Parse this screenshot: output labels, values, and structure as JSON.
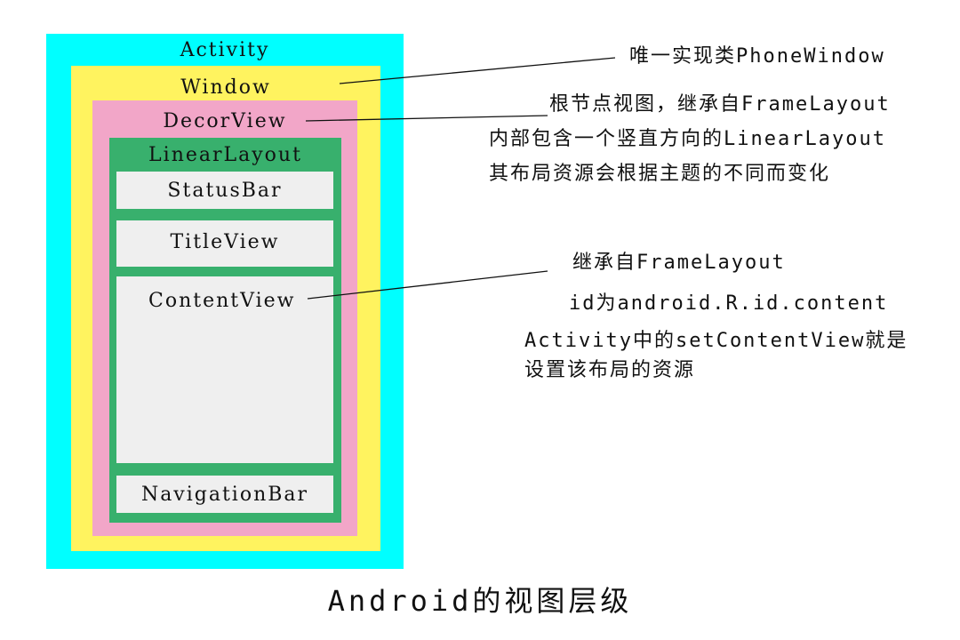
{
  "layers": {
    "activity": "Activity",
    "window": "Window",
    "decor_view": "DecorView",
    "linear_layout": "LinearLayout",
    "status_bar": "StatusBar",
    "title_view": "TitleView",
    "content_view": "ContentView",
    "navigation_bar": "NavigationBar"
  },
  "annotations": {
    "window": [
      "唯一实现类PhoneWindow"
    ],
    "decor_view": [
      "根节点视图，继承自FrameLayout",
      "内部包含一个竖直方向的LinearLayout",
      "其布局资源会根据主题的不同而变化"
    ],
    "content_view": [
      "继承自FrameLayout",
      "id为android.R.id.content",
      "Activity中的setContentView就是",
      "设置该布局的资源"
    ]
  },
  "caption": "Android的视图层级",
  "colors": {
    "activity": "#00ffff",
    "window": "#fff35f",
    "decor_view": "#f2a6c8",
    "linear_layout": "#38b06d",
    "child_view": "#efefef"
  }
}
